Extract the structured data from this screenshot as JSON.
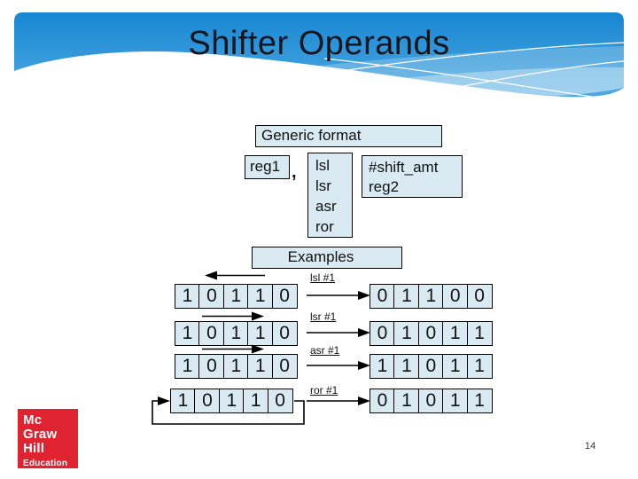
{
  "title": "Shifter Operands",
  "page_number": "14",
  "generic_format": {
    "heading": "Generic format",
    "reg1": "reg1",
    "comma": ",",
    "ops": [
      "lsl",
      "lsr",
      "asr",
      "ror"
    ],
    "amt_line1": "#shift_amt",
    "amt_line2": "reg2"
  },
  "examples": {
    "heading": "Examples",
    "rows": [
      {
        "op": "lsl #1",
        "shift_direction": "left",
        "input": [
          "1",
          "0",
          "1",
          "1",
          "0"
        ],
        "output": [
          "0",
          "1",
          "1",
          "0",
          "0"
        ]
      },
      {
        "op": "lsr #1",
        "shift_direction": "right",
        "input": [
          "1",
          "0",
          "1",
          "1",
          "0"
        ],
        "output": [
          "0",
          "1",
          "0",
          "1",
          "1"
        ]
      },
      {
        "op": "asr #1",
        "shift_direction": "right",
        "input": [
          "1",
          "0",
          "1",
          "1",
          "0"
        ],
        "output": [
          "1",
          "1",
          "0",
          "1",
          "1"
        ]
      },
      {
        "op": "ror #1",
        "shift_direction": "rotate",
        "input": [
          "1",
          "0",
          "1",
          "1",
          "0"
        ],
        "output": [
          "0",
          "1",
          "0",
          "1",
          "1"
        ]
      }
    ]
  },
  "logo": {
    "line1": "Mc",
    "line2": "Graw",
    "line3": "Hill",
    "line4": "Education"
  },
  "colors": {
    "banner_top": "#1787d2",
    "banner_bottom": "#4ea9e1",
    "box_fill": "#d9eaf2",
    "logo_red": "#e02330"
  }
}
